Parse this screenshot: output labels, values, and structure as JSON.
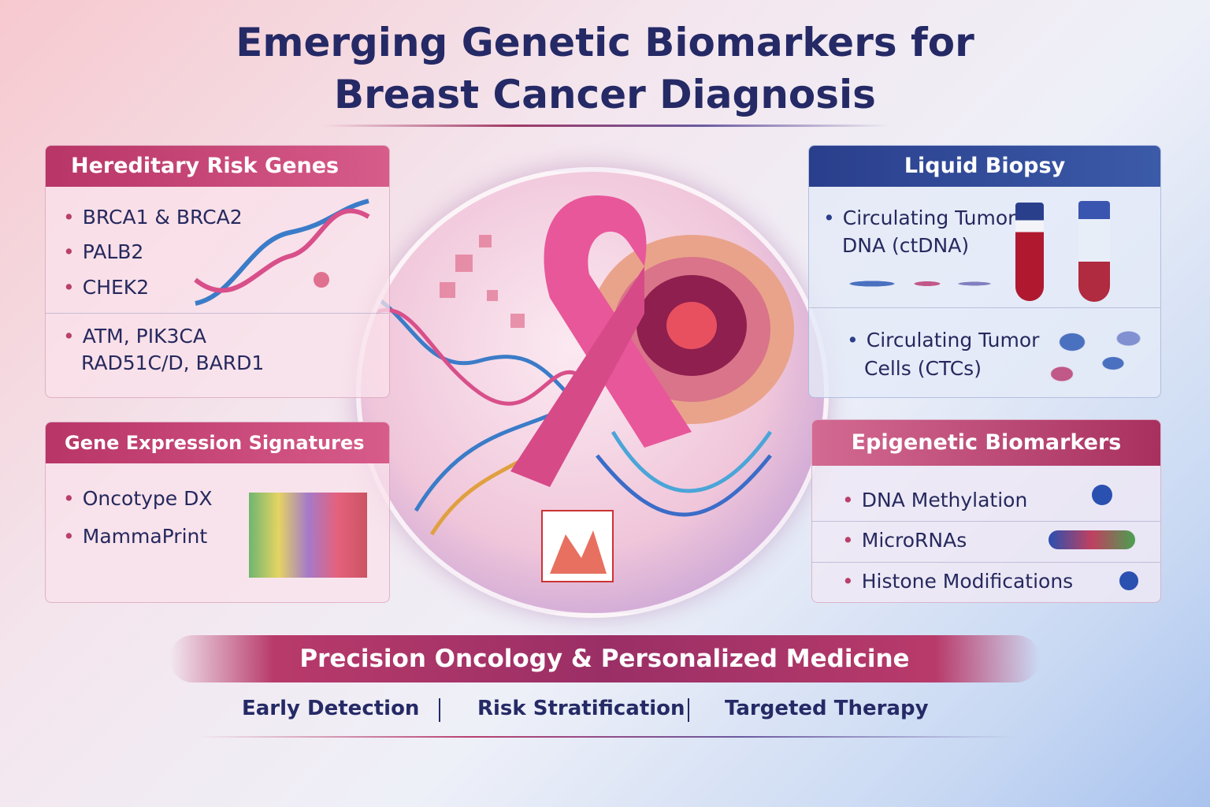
{
  "title": {
    "line1": "Emerging Genetic Biomarkers for",
    "line2": "Breast Cancer Diagnosis"
  },
  "hereditary": {
    "header": "Hereditary Risk Genes",
    "items": [
      "BRCA1 & BRCA2",
      "PALB2",
      "CHEK2"
    ],
    "extra_line1": "ATM, PIK3CA",
    "extra_line2": "RAD51C/D, BARD1"
  },
  "expression": {
    "header": "Gene Expression Signatures",
    "items": [
      "Oncotype DX",
      "MammaPrint"
    ]
  },
  "liquid": {
    "header": "Liquid Biopsy",
    "ctdna_line1": "Circulating Tumor",
    "ctdna_line2": "DNA (ctDNA)",
    "ctc_line1": "Circulating Tumor",
    "ctc_line2": "Cells (CTCs)"
  },
  "epigenetic": {
    "header": "Epigenetic Biomarkers",
    "items": [
      "DNA Methylation",
      "MicroRNAs",
      "Histone Modifications"
    ]
  },
  "banner": "Precision Oncology & Personalized Medicine",
  "footer": [
    "Early Detection",
    "Risk Stratification",
    "Targeted Therapy"
  ],
  "bullet": "•",
  "colors": {
    "navy": "#252a66",
    "pink": "#b83567",
    "blue_header": "#2a3f8c"
  }
}
